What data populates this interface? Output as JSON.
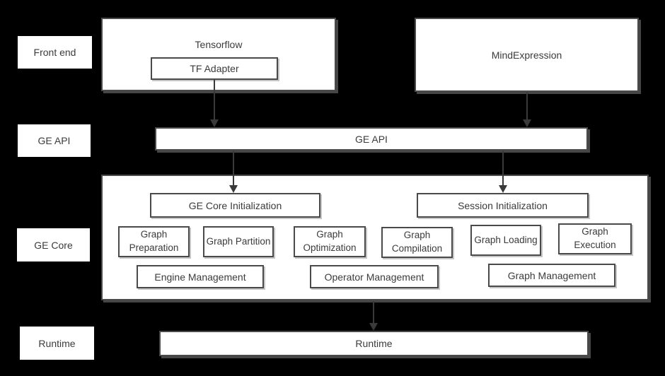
{
  "colors": {
    "background": "#000000",
    "box_fill": "#ffffff",
    "border": "#4a4a4a",
    "text": "#3b3b3b",
    "arrow": "#3a3a3a"
  },
  "row_labels": [
    {
      "label": "Front end"
    },
    {
      "label": "GE API"
    },
    {
      "label": "GE Core"
    },
    {
      "label": "Runtime"
    }
  ],
  "front_end": {
    "tensorflow_label": "Tensorflow",
    "tf_adapter_label": "TF Adapter",
    "mind_expression_label": "MindExpression"
  },
  "ge_api": {
    "label": "GE API"
  },
  "ge_core": {
    "core_init_label": "GE Core Initialization",
    "session_init_label": "Session Initialization",
    "modules": [
      "Graph Preparation",
      "Graph Partition",
      "Graph Optimization",
      "Graph Compilation",
      "Graph Loading",
      "Graph Execution"
    ],
    "management": [
      "Engine Management",
      "Operator Management",
      "Graph Management"
    ]
  },
  "runtime": {
    "label": "Runtime"
  }
}
